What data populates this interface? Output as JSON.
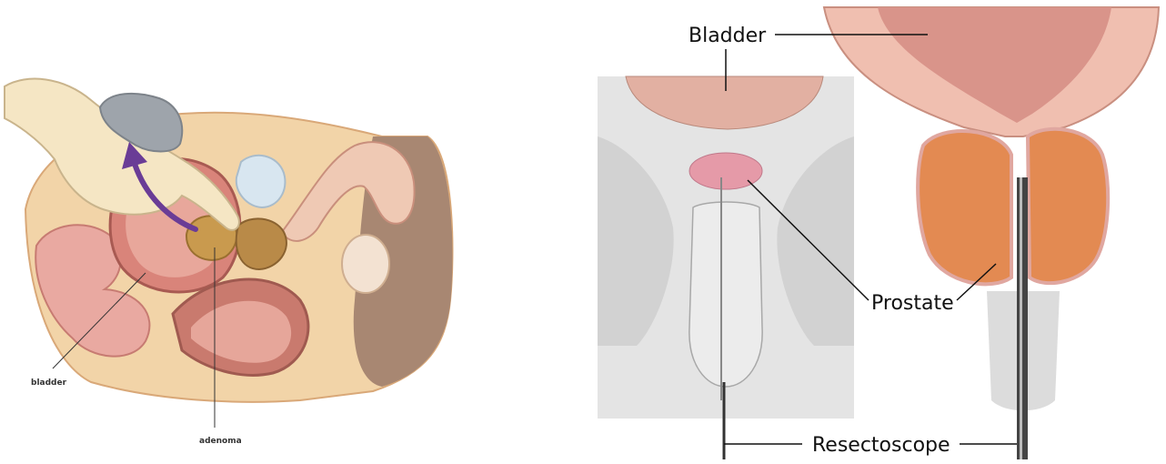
{
  "left_panel": {
    "labels": {
      "bladder": "bladder",
      "adenoma": "adenoma"
    },
    "icons": [
      "hand-icon",
      "curved-arrow-icon"
    ],
    "colors": {
      "skin": "#f2d4a8",
      "bladder_wall": "#c97a6e",
      "adenoma": "#c99a4e",
      "arrow": "#6a3c96"
    }
  },
  "right_panel": {
    "labels": {
      "bladder": "Bladder",
      "prostate": "Prostate",
      "resectoscope": "Resectoscope"
    },
    "colors": {
      "prostate_tissue": "#e38a52",
      "prostate_pink": "#e59aa8",
      "sketch_gray": "#d6d6d6"
    }
  }
}
